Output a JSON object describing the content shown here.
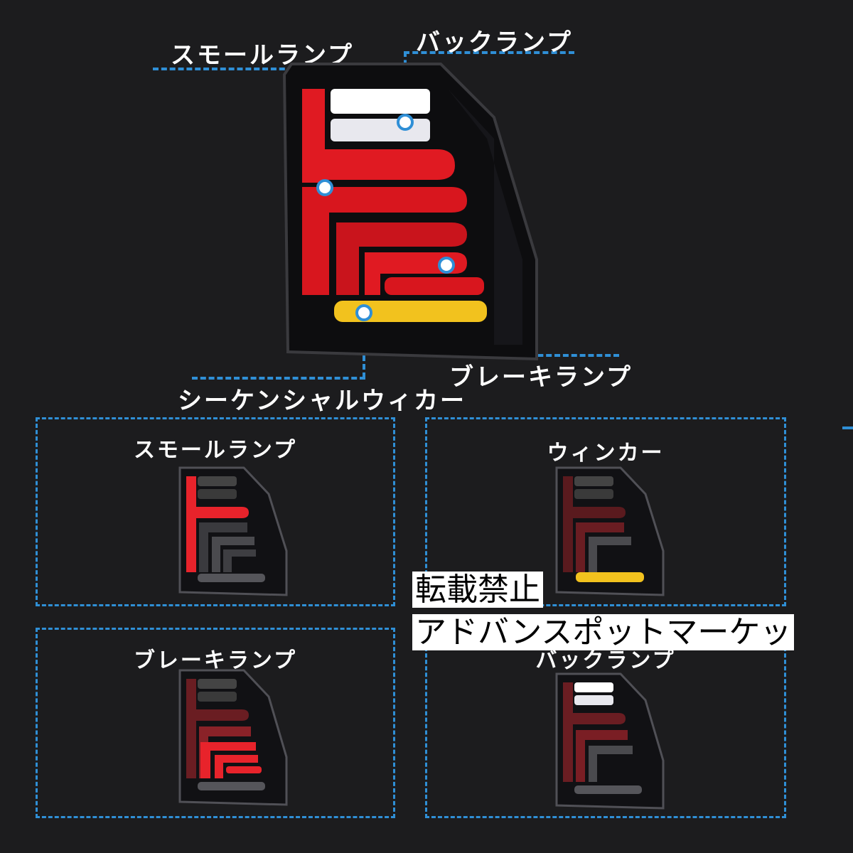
{
  "callouts": {
    "small_lamp": "スモールランプ",
    "back_lamp": "バックランプ",
    "brake_lamp": "ブレーキランプ",
    "sequential_winker": "シーケンシャルウィカー"
  },
  "panels": {
    "small_lamp": "スモールランプ",
    "winker": "ウィンカー",
    "brake_lamp": "ブレーキランプ",
    "back_lamp": "バックランプ"
  },
  "watermark": {
    "line1": "転載禁止",
    "line2": "アドバンスポットマーケッ"
  },
  "colors": {
    "accent": "#2f8fd6",
    "red": "#e01a22",
    "amber": "#f2c21e",
    "white": "#ffffff"
  }
}
